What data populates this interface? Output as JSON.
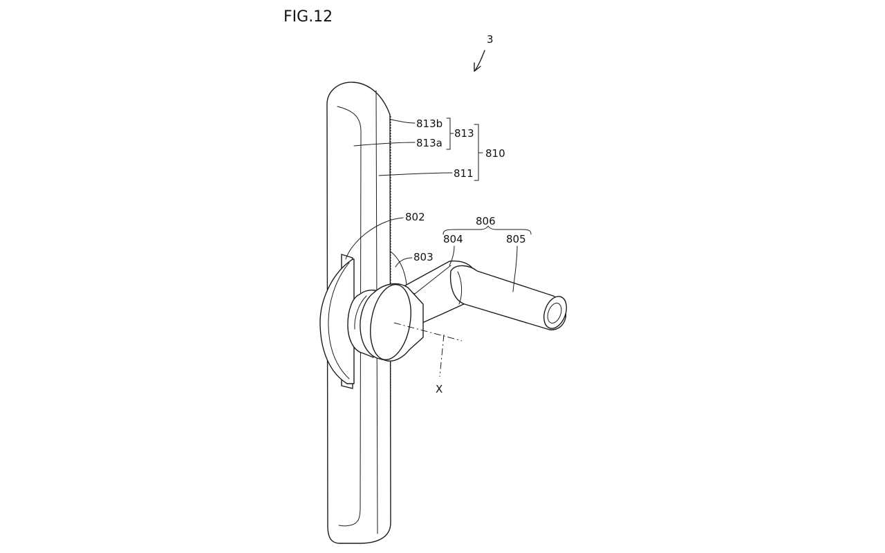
{
  "figure": {
    "title": "FIG.12",
    "labels": {
      "ref_3": "3",
      "ref_813b": "813b",
      "ref_813a": "813a",
      "ref_813": "813",
      "ref_810": "810",
      "ref_811": "811",
      "ref_802": "802",
      "ref_806": "806",
      "ref_804": "804",
      "ref_805": "805",
      "ref_803": "803",
      "axis_x": "X"
    }
  }
}
